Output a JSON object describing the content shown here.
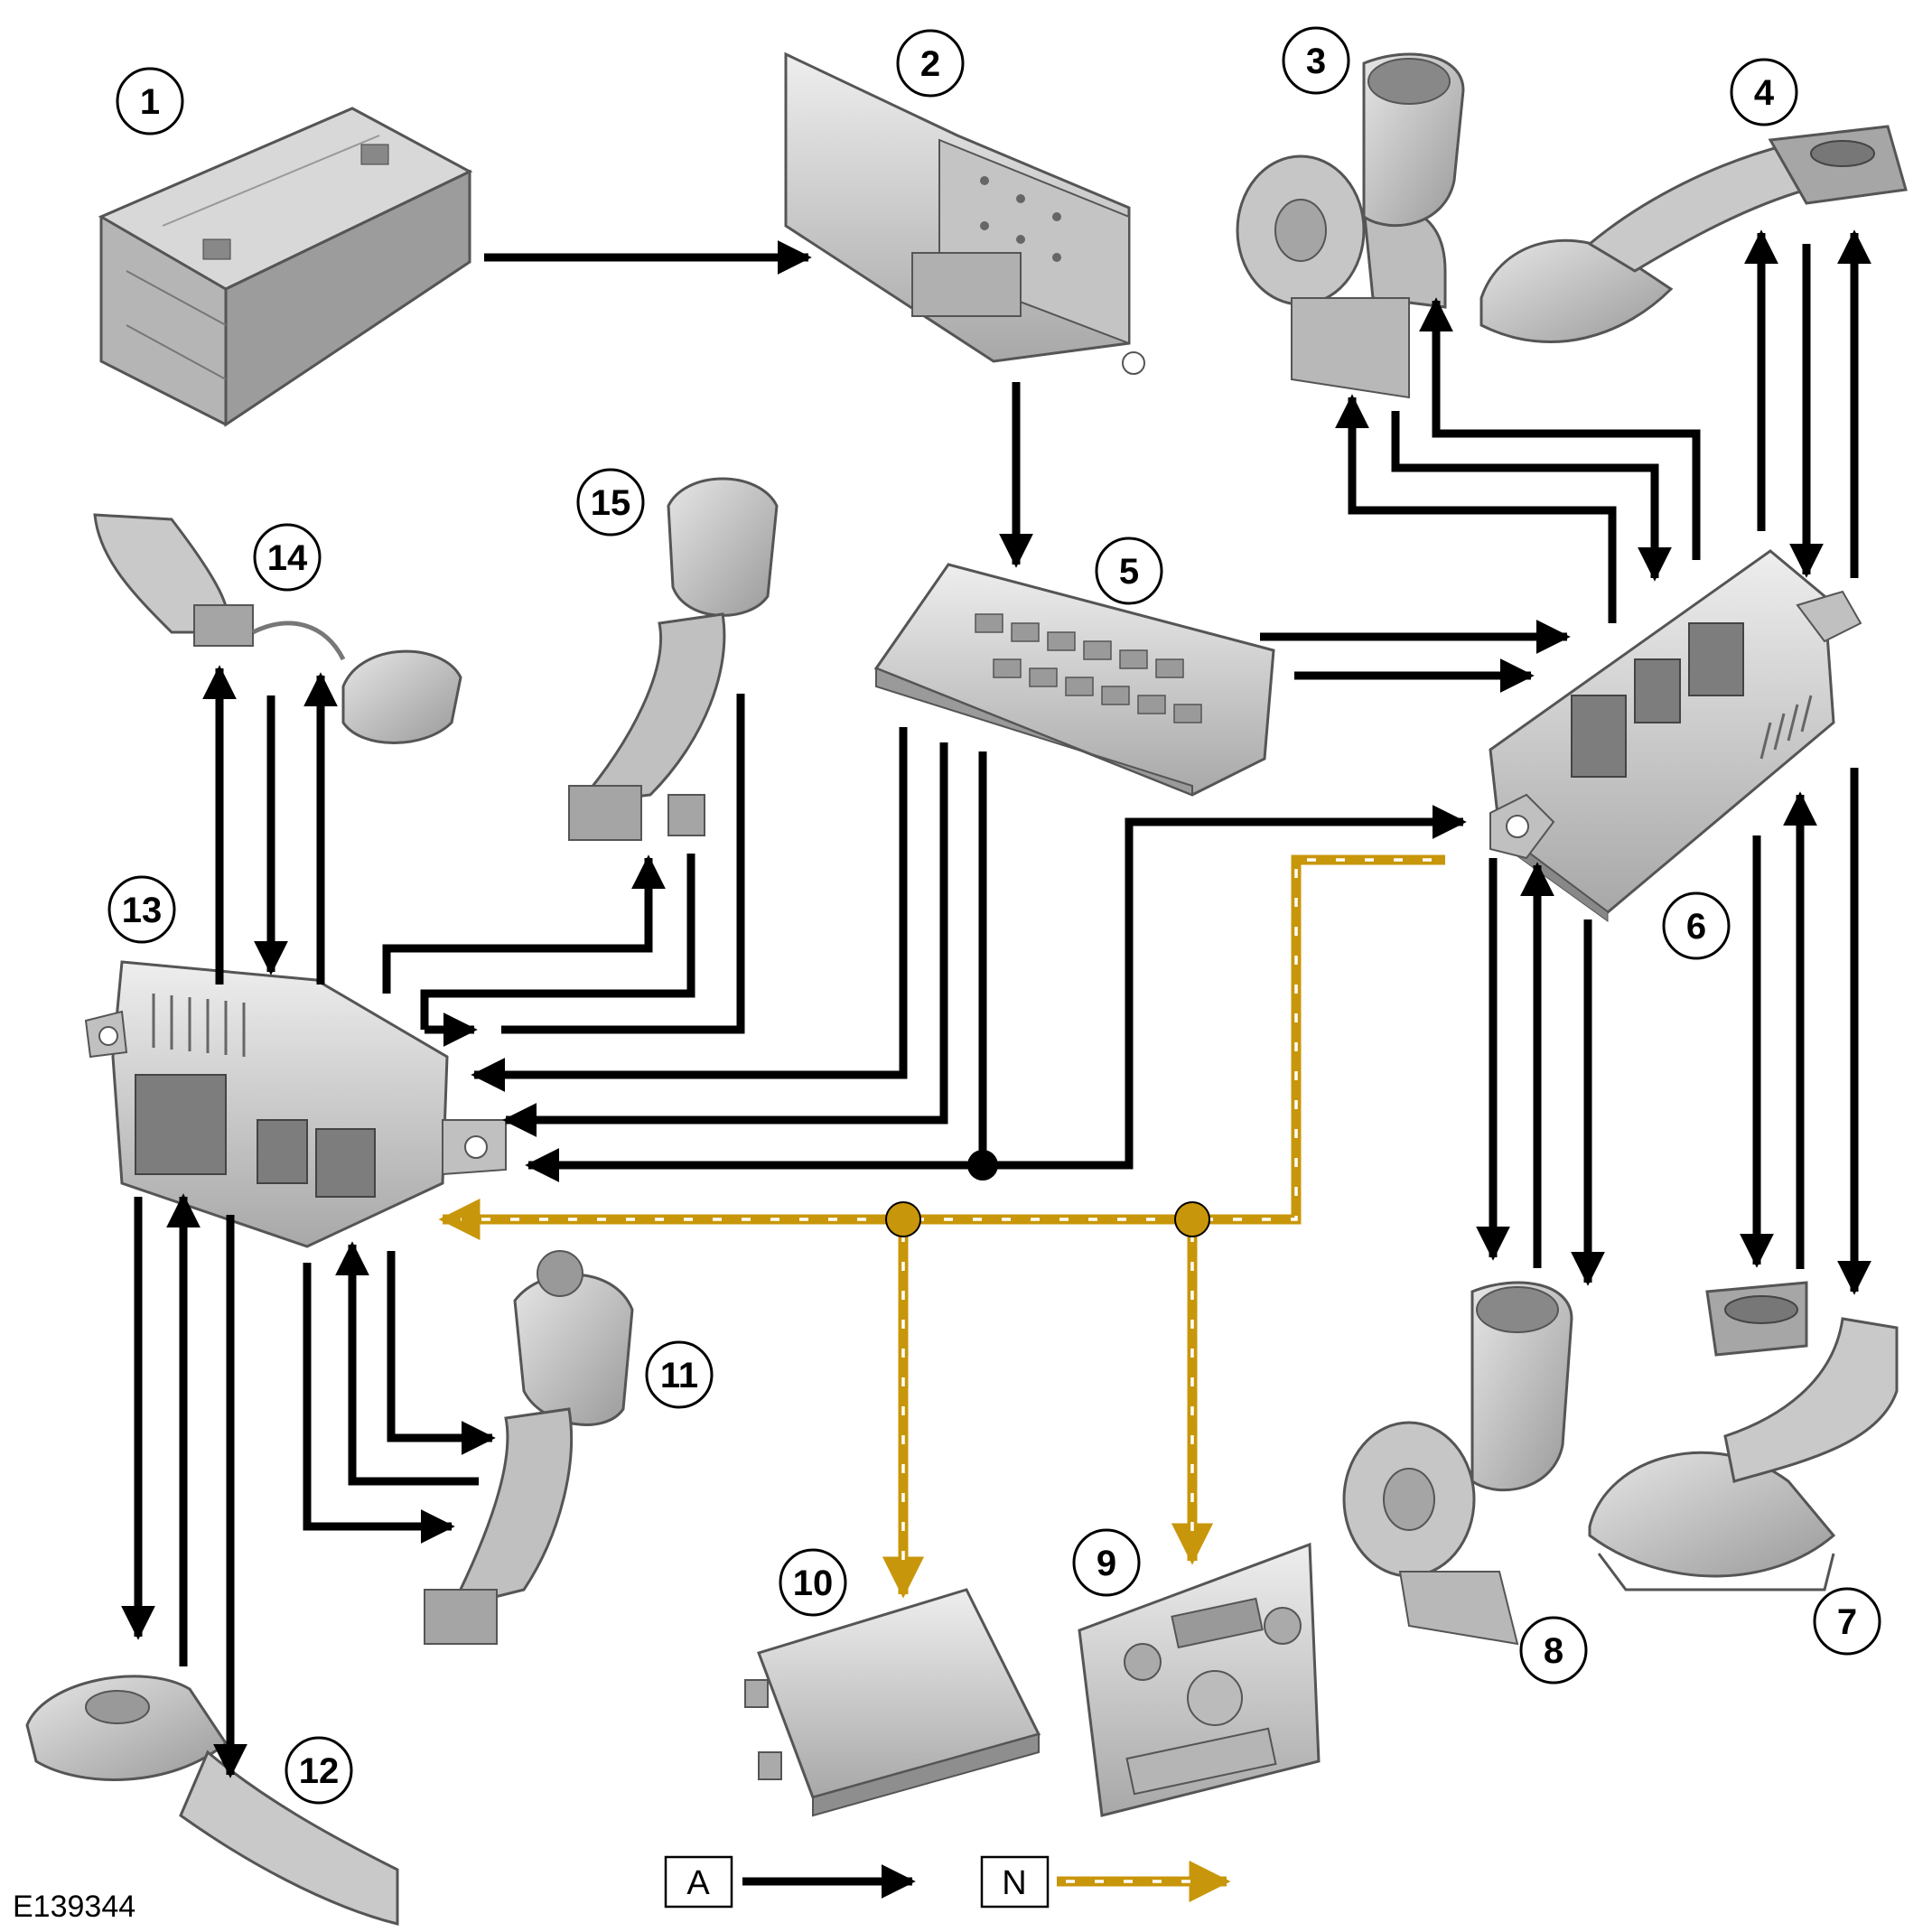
{
  "diagram": {
    "reference": "E139344",
    "components": [
      {
        "id": "1",
        "label": "1"
      },
      {
        "id": "2",
        "label": "2"
      },
      {
        "id": "3",
        "label": "3"
      },
      {
        "id": "4",
        "label": "4"
      },
      {
        "id": "5",
        "label": "5"
      },
      {
        "id": "6",
        "label": "6"
      },
      {
        "id": "7",
        "label": "7"
      },
      {
        "id": "8",
        "label": "8"
      },
      {
        "id": "9",
        "label": "9"
      },
      {
        "id": "10",
        "label": "10"
      },
      {
        "id": "11",
        "label": "11"
      },
      {
        "id": "12",
        "label": "12"
      },
      {
        "id": "13",
        "label": "13"
      },
      {
        "id": "14",
        "label": "14"
      },
      {
        "id": "15",
        "label": "15"
      }
    ],
    "legend": [
      {
        "key": "A",
        "line_style": "solid",
        "color": "#000000"
      },
      {
        "key": "N",
        "line_style": "dashed",
        "color": "#c8960a"
      }
    ],
    "colors": {
      "wire_a": "#000000",
      "wire_n": "#c8960a",
      "component_fill": "#d4d4d4",
      "component_stroke": "#555555"
    }
  }
}
